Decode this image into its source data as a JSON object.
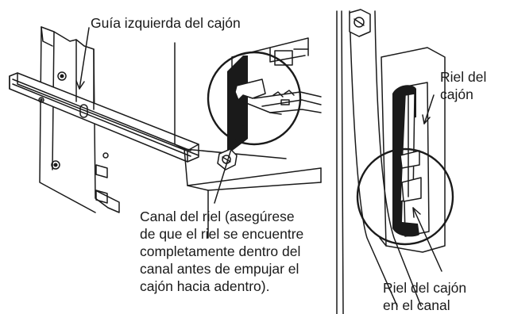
{
  "labels": {
    "left_guide": "Guía izquierda del cajón",
    "drawer_rail": [
      "Riel del",
      "cajón"
    ],
    "rail_channel": [
      "Canal del riel (asegúrese",
      "de que el riel se encuentre",
      "completamente dentro del",
      "canal antes de empujar el",
      "cajón hacia adentro)."
    ],
    "rail_in_channel": [
      "Riel del cajón",
      "en el canal"
    ]
  },
  "colors": {
    "ink": "#1a1a1a",
    "background": "#ffffff",
    "dark_fill": "#1a1a1a",
    "light_fill": "#f2f2f2"
  }
}
